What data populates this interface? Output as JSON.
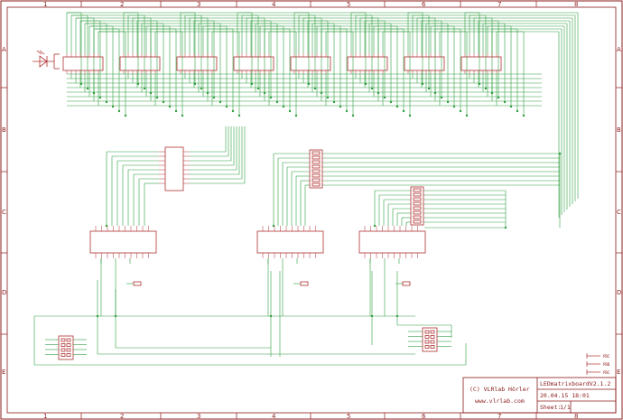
{
  "colors": {
    "frame": "#8b1a1a",
    "wire": "#2e9e3e",
    "part": "#b03030",
    "text": "#8b1a1a",
    "junction": "#2e9e3e"
  },
  "frame": {
    "col_labels": [
      "1",
      "2",
      "3",
      "4",
      "5",
      "6",
      "7",
      "8"
    ],
    "row_labels": [
      "A",
      "B",
      "C",
      "D",
      "E"
    ]
  },
  "title_block": {
    "copyright": "(C) VLRlab Hörler",
    "url": "www.vlrlab.com",
    "project": "LEDmatrixboardV2.1.2",
    "date": "20.04.15 18:01",
    "sheet_label": "Sheet:",
    "sheet_value": "1/1"
  },
  "side_labels": {
    "pwr1": "PBC",
    "pwr2": "PBB",
    "pwr3": "PBC"
  },
  "icon": "led-symbol-icon"
}
